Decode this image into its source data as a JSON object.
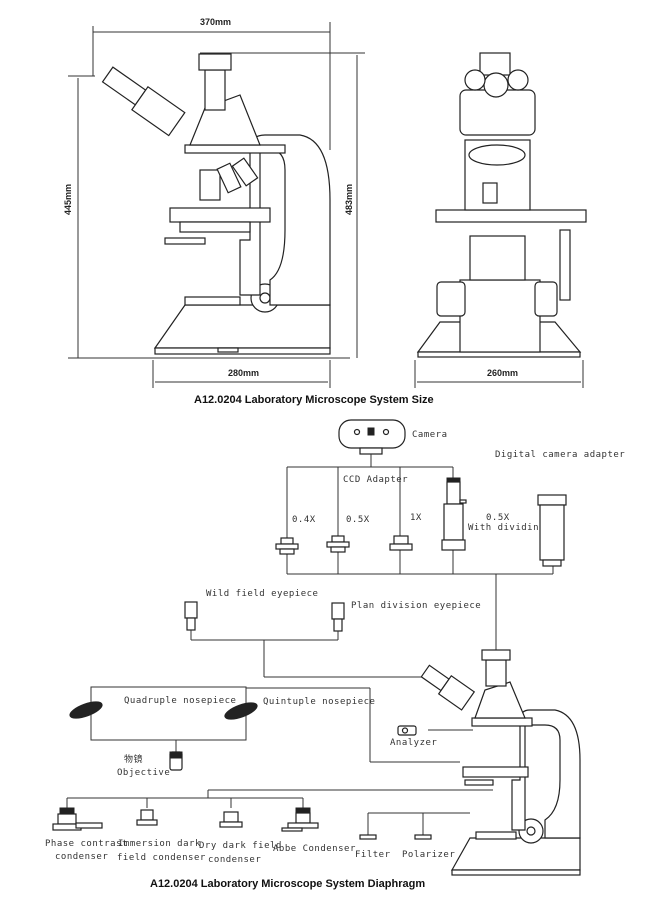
{
  "top_section": {
    "title": "A12.0204 Laboratory  Microscope System Size",
    "dimensions": {
      "width_side": "370mm",
      "height_left": "445mm",
      "height_right": "483mm",
      "base_side": "280mm",
      "base_front": "260mm"
    },
    "views": [
      "side-view",
      "front-view"
    ]
  },
  "bottom_section": {
    "title": "A12.0204 Laboratory  Microscope System Diaphragm",
    "camera": {
      "label": "Camera",
      "ccd_label": "CCD Adapter",
      "digital_label": "Digital camera adapter"
    },
    "adapters": [
      {
        "label": "0.4X"
      },
      {
        "label": "0.5X"
      },
      {
        "label": "1X"
      },
      {
        "label": "0.5X",
        "sublabel": "With dividing"
      }
    ],
    "eyepieces": {
      "wide": "Wild field eyepiece",
      "plan": "Plan division eyepiece"
    },
    "nosepieces": {
      "quadruple": "Quadruple nosepiece",
      "quintuple": "Quintuple nosepiece"
    },
    "objective": {
      "label_cn": "物镜",
      "label_en": "Objective"
    },
    "analyzer": "Analyzer",
    "condensers": [
      {
        "line1": "Phase contrast",
        "line2": "condenser"
      },
      {
        "line1": "Immersion dark",
        "line2": "field condenser"
      },
      {
        "line1": "Dry dark field",
        "line2": "condenser"
      },
      {
        "line1": "Abbe Condenser",
        "line2": ""
      }
    ],
    "filter": "Filter",
    "polarizer": "Polarizer"
  }
}
